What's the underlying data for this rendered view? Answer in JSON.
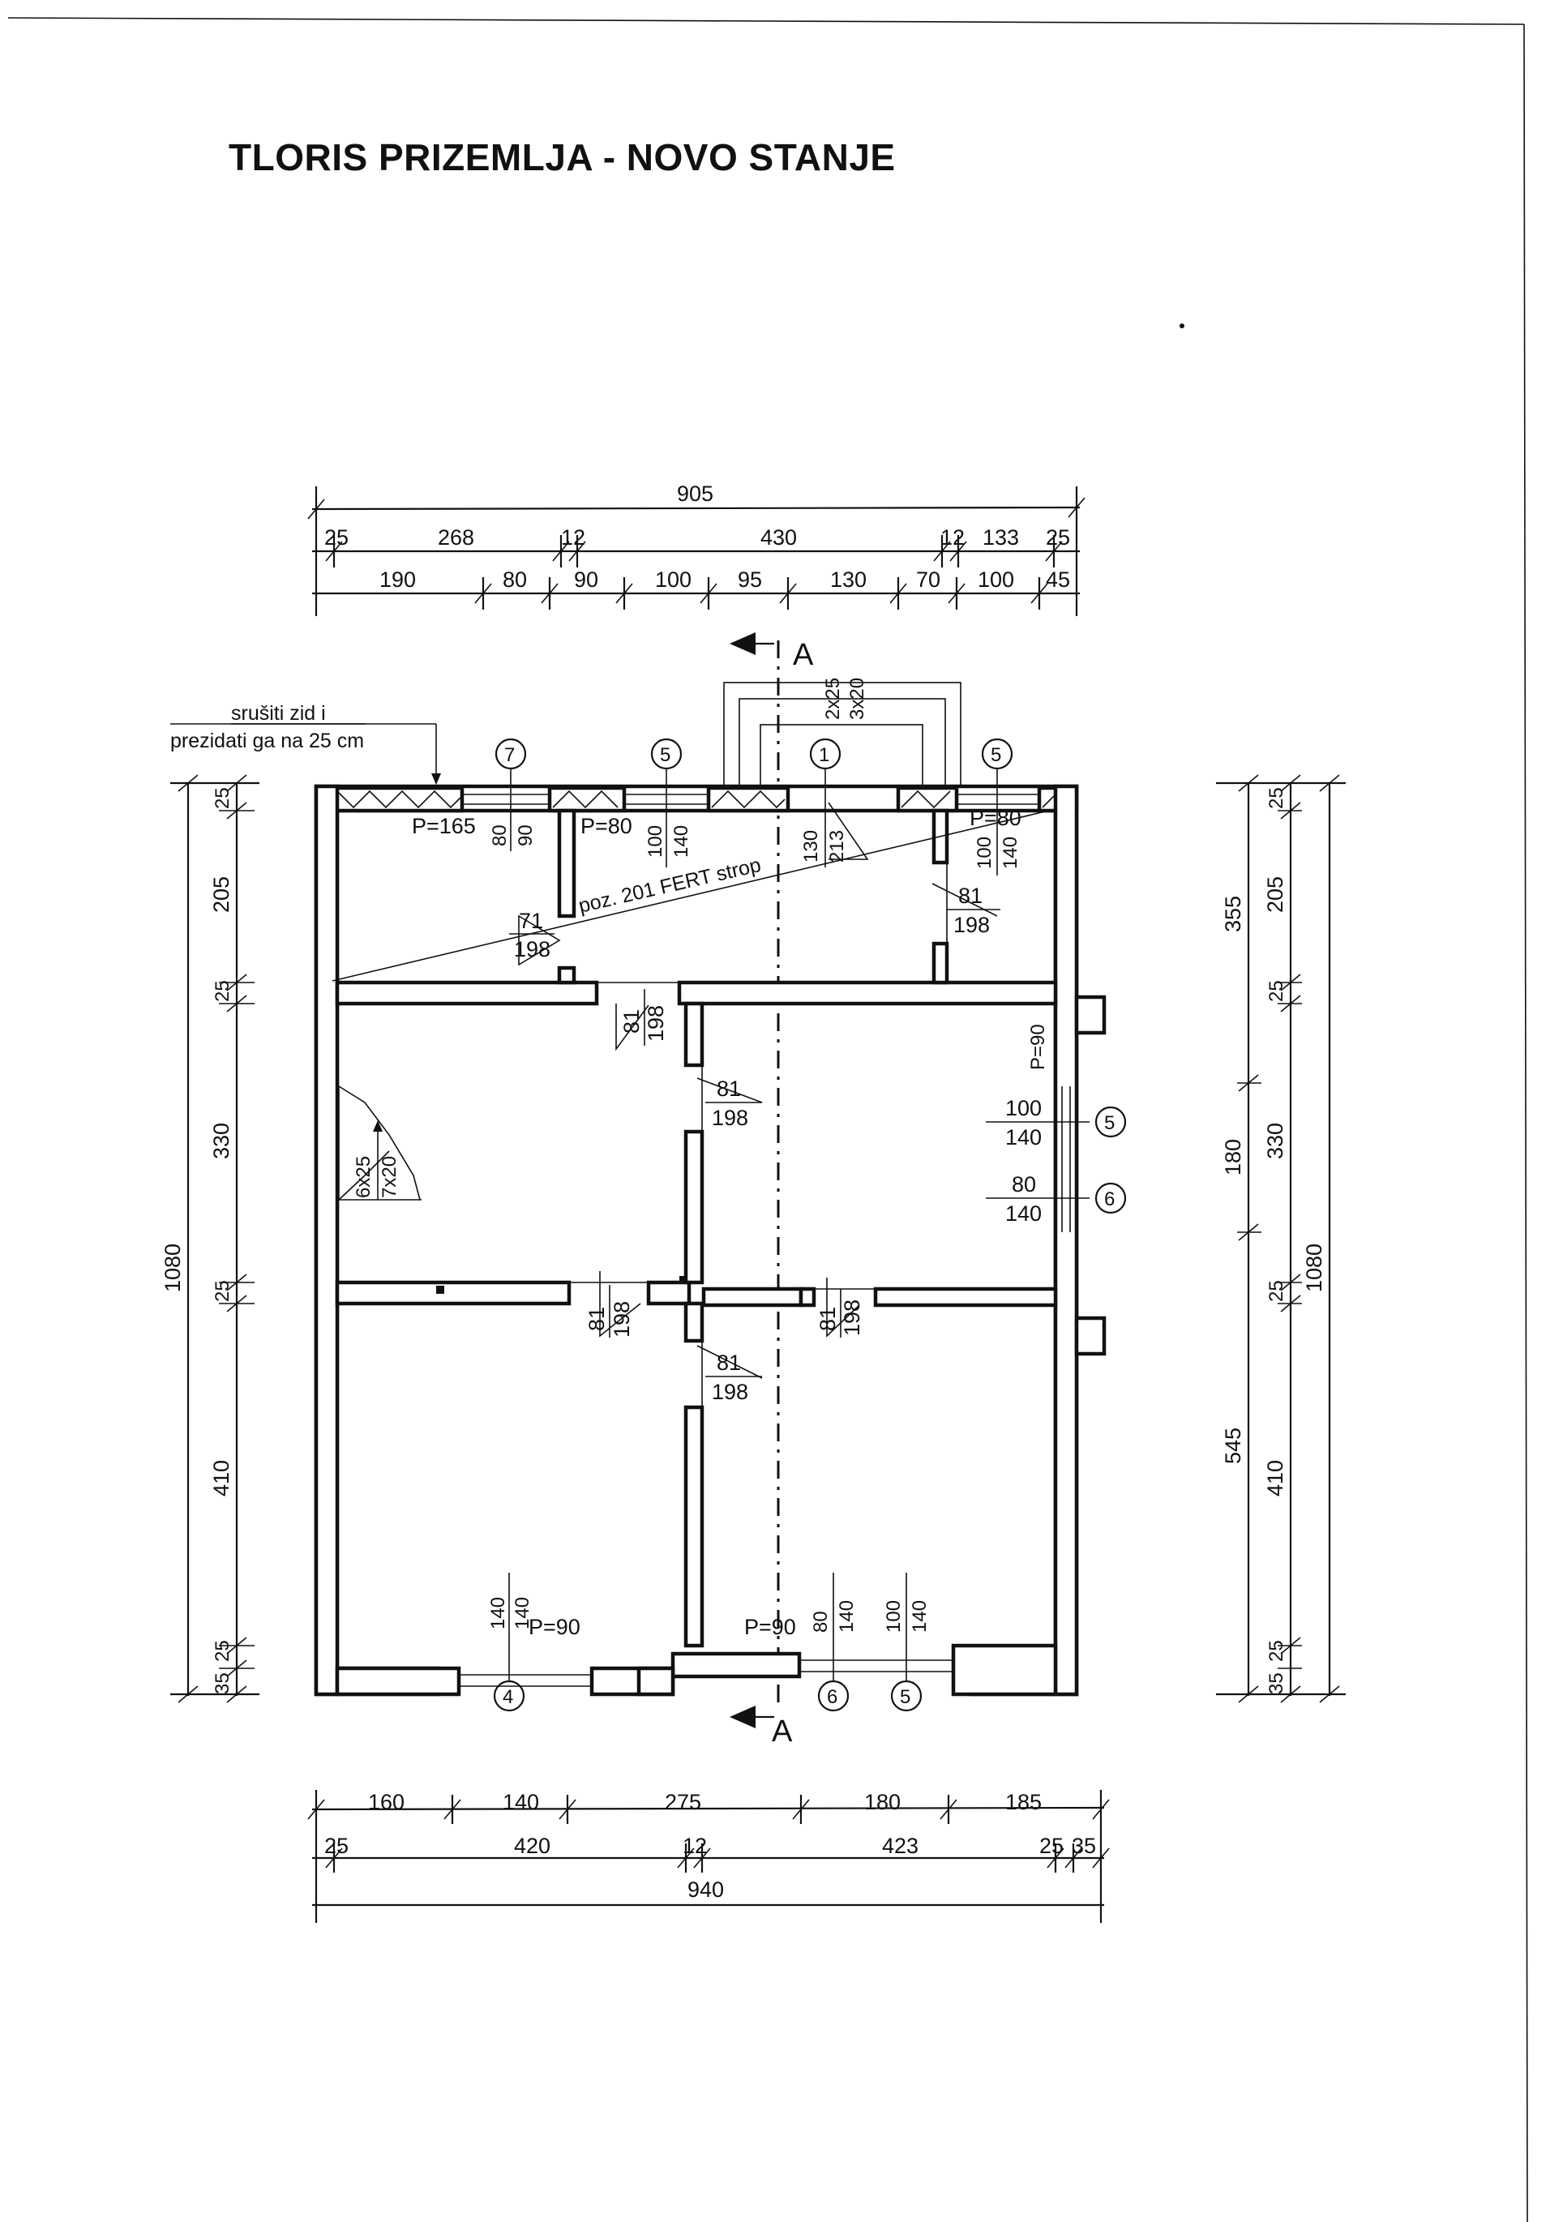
{
  "title": "TLORIS PRIZEMLJA - NOVO STANJE",
  "note": {
    "line1": "srušiti zid i",
    "line2": "prezidati ga na 25 cm"
  },
  "section_mark": "A",
  "slab_label": "poz. 201 FERT strop",
  "top_dims": {
    "total": "905",
    "row2": [
      "25",
      "268",
      "12",
      "430",
      "12",
      "133",
      "25"
    ],
    "row3": [
      "190",
      "80",
      "90",
      "100",
      "95",
      "130",
      "70",
      "100",
      "45"
    ]
  },
  "bottom_dims": {
    "row1": [
      "160",
      "140",
      "275",
      "180",
      "185"
    ],
    "row2": [
      "25",
      "420",
      "12",
      "423",
      "25",
      "35"
    ],
    "total": "940"
  },
  "left_dims": {
    "total": "1080",
    "parts": [
      "25",
      "205",
      "25",
      "330",
      "25",
      "410",
      "35",
      "25"
    ]
  },
  "right_dims": {
    "total": "1080",
    "outer": [
      "355",
      "180",
      "545"
    ],
    "inner": [
      "25",
      "205",
      "25",
      "330",
      "25",
      "410",
      "35",
      "25"
    ]
  },
  "openings": {
    "top": [
      {
        "num": "7",
        "p": "P=165",
        "w": "80",
        "h": "90"
      },
      {
        "num": "5",
        "p": "P=80",
        "w": "100",
        "h": "140"
      },
      {
        "num": "1",
        "w": "130",
        "h": "213"
      },
      {
        "num": "5",
        "p": "P=80",
        "w": "100",
        "h": "140"
      }
    ],
    "bottom": [
      {
        "num": "4",
        "p": "P=90",
        "w": "140",
        "h": "140"
      },
      {
        "num": "6",
        "p": "P=90",
        "w": "80",
        "h": "140"
      },
      {
        "num": "5",
        "w": "100",
        "h": "140"
      }
    ],
    "right": [
      {
        "num": "5",
        "p": "P=90",
        "w": "100",
        "h": "140"
      },
      {
        "num": "6",
        "w": "80",
        "h": "140"
      }
    ]
  },
  "doors": [
    {
      "w": "71",
      "h": "198"
    },
    {
      "w": "81",
      "h": "198"
    },
    {
      "w": "81",
      "h": "198"
    },
    {
      "w": "81",
      "h": "198"
    },
    {
      "w": "81",
      "h": "198"
    },
    {
      "w": "81",
      "h": "198"
    },
    {
      "w": "81",
      "h": "198"
    }
  ],
  "stairs": {
    "a": "6x25",
    "b": "7x20"
  },
  "chimney": {
    "a": "2x25",
    "b": "3x20"
  }
}
